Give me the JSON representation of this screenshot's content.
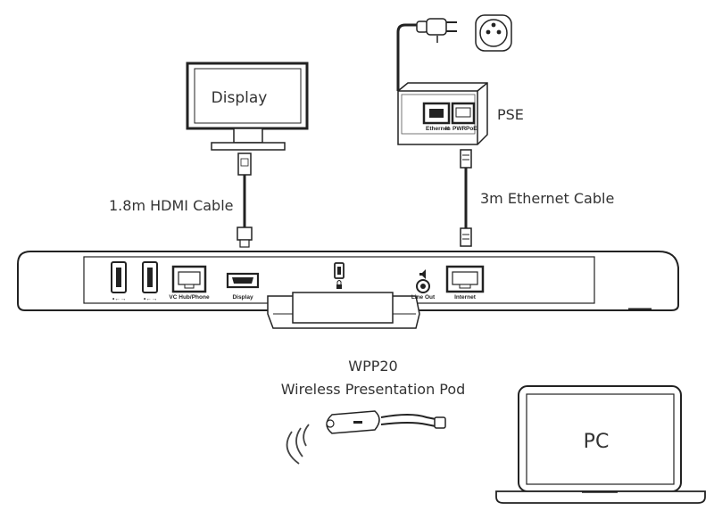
{
  "labels": {
    "display": "Display",
    "pse": "PSE",
    "hdmi_cable": "1.8m HDMI Cable",
    "ethernet_cable": "3m Ethernet Cable",
    "wpp_model": "WPP20",
    "wpp_name": "Wireless Presentation Pod",
    "pc": "PC"
  },
  "ports": {
    "usb1": "•←→",
    "usb2": "•←→",
    "vc_hub": "VC Hub/Phone",
    "display": "Display",
    "line_out": "Line Out",
    "internet": "Internet"
  },
  "pse_ports": {
    "ethernet": "Ethernet",
    "in": "In",
    "pwr": "PWR",
    "poe": "PoE"
  }
}
